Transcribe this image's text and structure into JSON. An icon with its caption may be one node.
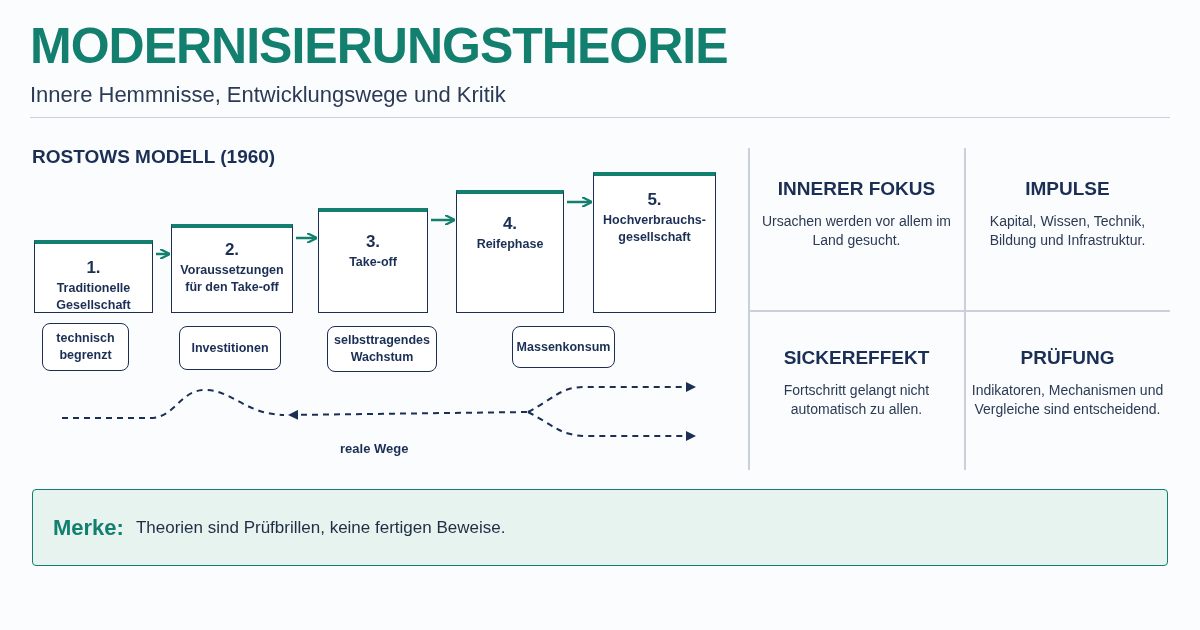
{
  "diagram": {
    "title": "MODERNISIERUNGSTHEORIE",
    "caption": "Innere Hemmnisse, Entwicklungswege und Kritik",
    "nodes": [
      {
        "text": [
          "1.",
          "Traditionelle Gesellschaft"
        ]
      },
      {
        "text": [
          "2.",
          "Voraussetzungen für den Take-off"
        ]
      },
      {
        "text": [
          "3.",
          "Take-off"
        ]
      },
      {
        "text": [
          "4.",
          "Reifephase"
        ]
      },
      {
        "text": [
          "5.",
          "Hochverbrauchs-gesellschaft"
        ]
      },
      {
        "text": [
          "technisch begrenzt"
        ]
      },
      {
        "text": [
          "Investitionen"
        ]
      },
      {
        "text": [
          "selbsttragendes Wachstum"
        ]
      },
      {
        "text": [
          "Massenkonsum"
        ]
      },
      {
        "text": [
          "INNERER FOKUS",
          "Ursachen werden vor allem im Land gesucht."
        ]
      },
      {
        "text": [
          "IMPULSE",
          "Kapital, Wissen, Technik, Bildung und Infrastruktur."
        ]
      },
      {
        "text": [
          "SICKEREFFEKT",
          "Fortschritt gelangt nicht automatisch zu allen."
        ]
      },
      {
        "text": [
          "PRÜFUNG",
          "Indikatoren, Mechanismen und Vergleiche sind entscheidend."
        ]
      },
      {
        "text": [
          "Merke:",
          "Theorien sind Prüfbrillen, keine fertigen Beweise."
        ]
      }
    ],
    "edges": [
      {
        "from": 0,
        "to": 1,
        "arrow": "to"
      },
      {
        "from": 1,
        "to": 2,
        "arrow": "to"
      },
      {
        "from": 2,
        "to": 3,
        "arrow": "to"
      },
      {
        "from": 3,
        "to": 4,
        "arrow": "to"
      }
    ],
    "labels": [
      "ROSTOWS MODELL (1960)",
      "reale Wege"
    ]
  }
}
